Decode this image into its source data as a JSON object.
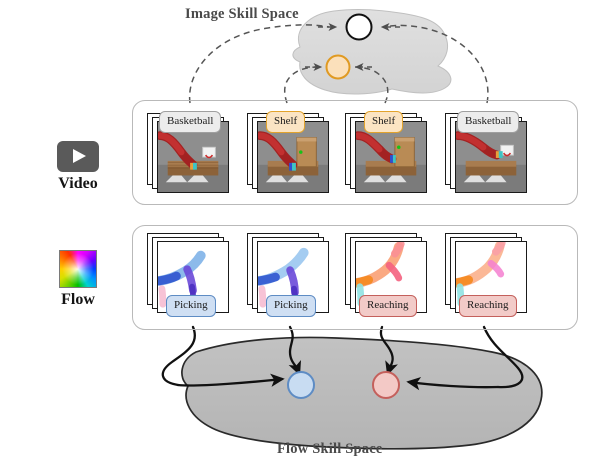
{
  "figure": {
    "image_skill_space_title": "Image Skill Space",
    "flow_skill_space_title": "Flow Skill Space"
  },
  "modalities": [
    {
      "key": "video",
      "label": "Video",
      "icon": "play-icon"
    },
    {
      "key": "flow",
      "label": "Flow",
      "icon": "flow-color-wheel-icon"
    }
  ],
  "video_row": {
    "items": [
      {
        "label": "Basketball",
        "style": "neutral"
      },
      {
        "label": "Shelf",
        "style": "orange"
      },
      {
        "label": "Shelf",
        "style": "orange"
      },
      {
        "label": "Basketball",
        "style": "neutral"
      }
    ]
  },
  "flow_row": {
    "items": [
      {
        "label": "Picking",
        "style": "blue"
      },
      {
        "label": "Picking",
        "style": "blue"
      },
      {
        "label": "Reaching",
        "style": "red"
      },
      {
        "label": "Reaching",
        "style": "red"
      }
    ]
  },
  "image_skill_space": {
    "nodes": [
      {
        "name": "basketball-skill-node",
        "color": "#ffffff",
        "border": "#111111"
      },
      {
        "name": "shelf-skill-node",
        "color": "#fbe0bb",
        "border": "#e09a22"
      }
    ]
  },
  "flow_skill_space": {
    "nodes": [
      {
        "name": "picking-skill-node",
        "color": "#c8dcf2",
        "border": "#5e8cc4"
      },
      {
        "name": "reaching-skill-node",
        "color": "#f3c9c6",
        "border": "#c4605c"
      }
    ]
  },
  "colors": {
    "blob_fill_top": "#dcdcdc",
    "blob_fill_bottom": "#bcbcbc",
    "blob_stroke": "#2a2a2a",
    "panel_border": "#b9b9b9",
    "title_text": "#4a4a4a",
    "dashed_arrow": "#555555",
    "solid_arrow": "#111111"
  }
}
